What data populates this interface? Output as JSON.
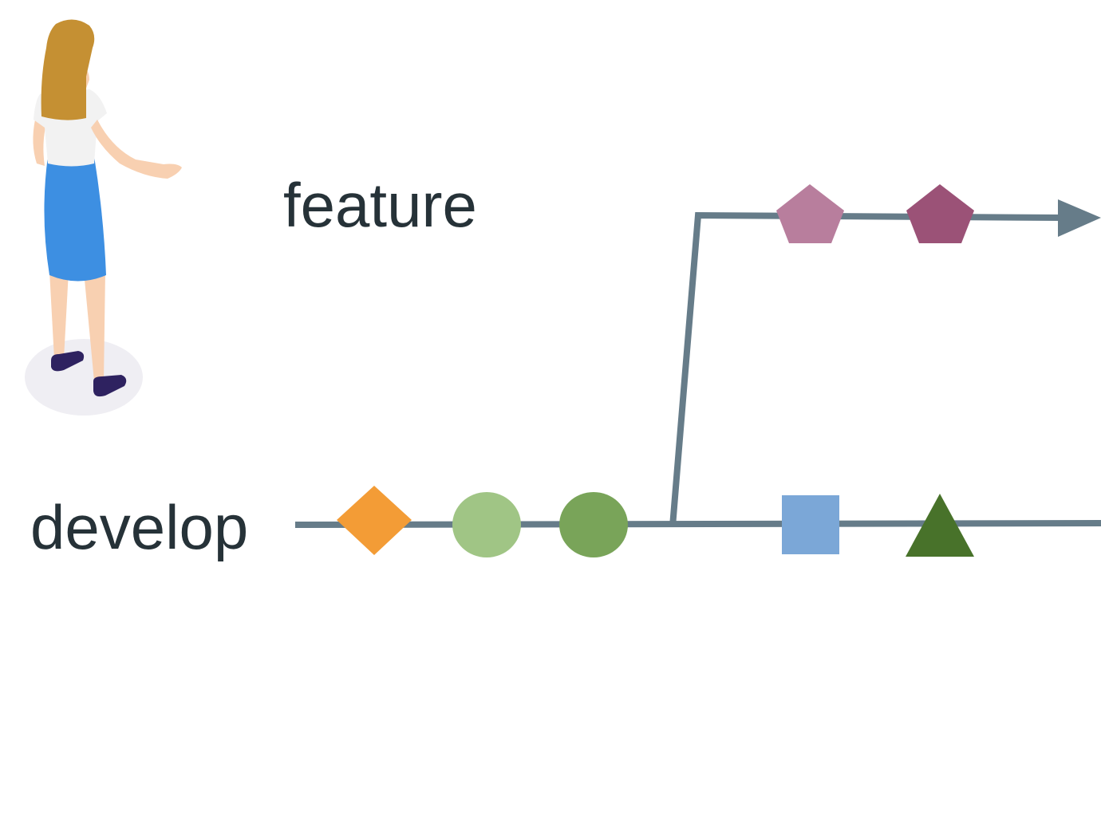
{
  "branches": {
    "feature": {
      "label": "feature"
    },
    "develop": {
      "label": "develop"
    }
  },
  "commits": {
    "develop": [
      {
        "shape": "diamond",
        "color": "#f39c36"
      },
      {
        "shape": "circle",
        "color": "#a0c585"
      },
      {
        "shape": "circle",
        "color": "#79a459"
      },
      {
        "shape": "square",
        "color": "#7ba7d7"
      },
      {
        "shape": "triangle",
        "color": "#48722a"
      }
    ],
    "feature": [
      {
        "shape": "pentagon",
        "color": "#b87e9d"
      },
      {
        "shape": "pentagon",
        "color": "#9b5277"
      }
    ]
  },
  "colors": {
    "branch_line": "#667c89",
    "label_text": "#263238"
  },
  "illustration": {
    "icon": "woman-standing-icon"
  }
}
